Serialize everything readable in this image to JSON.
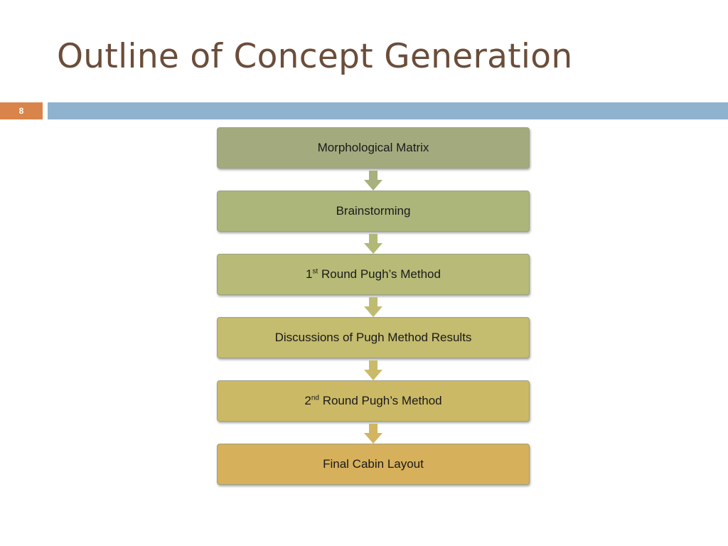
{
  "slide": {
    "title": "Outline of Concept Generation",
    "number": "8"
  },
  "flow": {
    "steps": [
      {
        "pre": "Morphological Matrix",
        "sup": "",
        "post": "",
        "color": "#a3aa7e"
      },
      {
        "pre": "Brainstorming",
        "sup": "",
        "post": "",
        "color": "#acb57a"
      },
      {
        "pre": "1",
        "sup": "st",
        "post": " Round Pugh’s Method",
        "color": "#b7bb77"
      },
      {
        "pre": "Discussions of Pugh Method Results",
        "sup": "",
        "post": "",
        "color": "#c4bc6e"
      },
      {
        "pre": "2",
        "sup": "nd",
        "post": " Round Pugh’s Method",
        "color": "#ccb966"
      },
      {
        "pre": "Final Cabin Layout",
        "sup": "",
        "post": "",
        "color": "#d7b05b"
      }
    ],
    "arrow_colors": [
      "#a8b07d",
      "#b2b878",
      "#bfbc72",
      "#cabb6a",
      "#d2b561"
    ]
  },
  "colors": {
    "title": "#6b4d3a",
    "accent_orange": "#d9844a",
    "accent_blue": "#8fb2cf"
  }
}
